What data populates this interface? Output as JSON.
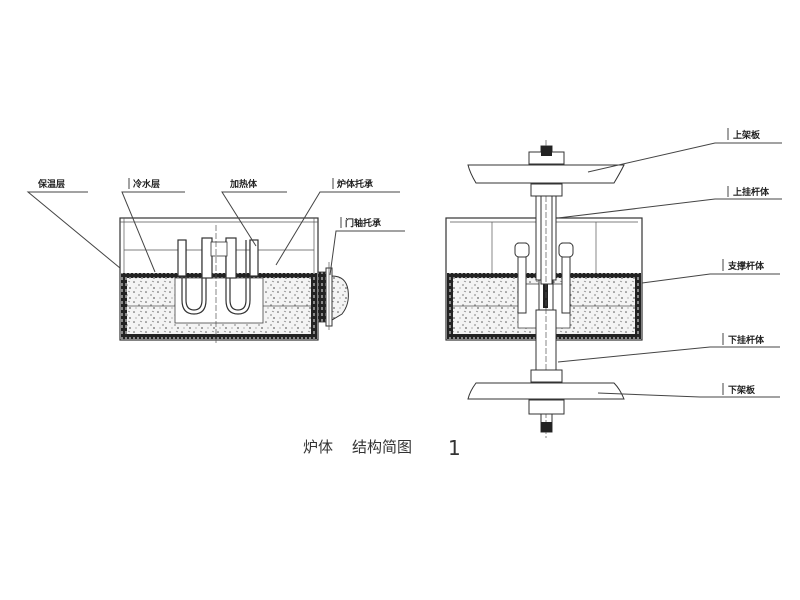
{
  "left_view": {
    "labels": {
      "insulation_layer": "保温层",
      "cold_water_layer": "冷水层",
      "heater": "加热体",
      "furnace_support": "炉体托承",
      "door_hinge_support": "门轴托承"
    }
  },
  "right_view": {
    "labels": {
      "upper_plate": "上架板",
      "upper_hanger_rod": "上挂杆体",
      "support_rod": "支撑杆体",
      "lower_hanger_rod": "下挂杆体",
      "lower_plate": "下架板"
    }
  },
  "caption": {
    "part1": "炉体",
    "part2": "结构简图",
    "number": "1"
  }
}
